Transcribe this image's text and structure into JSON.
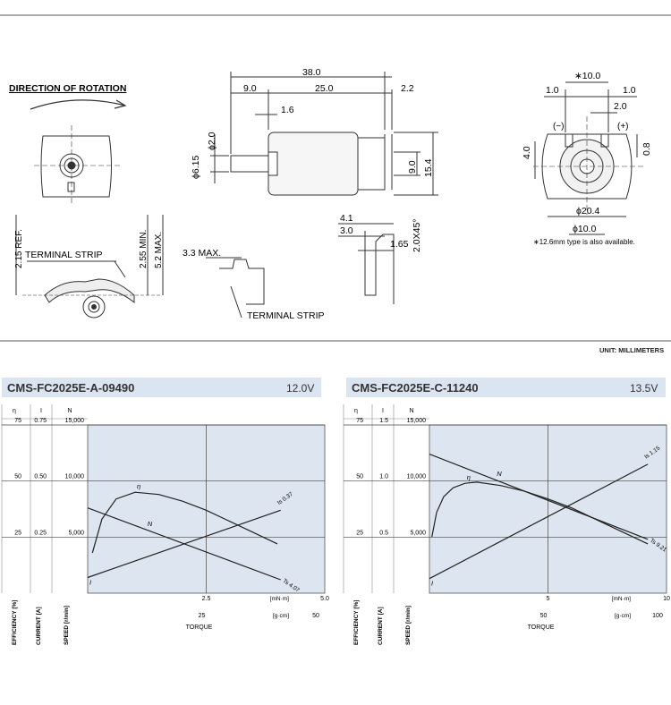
{
  "drawing": {
    "direction_label": "DIRECTION OF ROTATION",
    "terminal_strip_label": "TERMINAL STRIP",
    "terminal_strip_label_2": "TERMINAL STRIP",
    "dim_38": "38.0",
    "dim_9": "9.0",
    "dim_25": "25.0",
    "dim_2_2": "2.2",
    "dim_1_6": "1.6",
    "dim_phi2": "ϕ2.0",
    "dim_phi615": "ϕ6.15",
    "dim_9v": "9.0",
    "dim_154": "15.4",
    "dim_215ref": "2.15 REF.",
    "dim_255min": "2.55 MIN.",
    "dim_52max": "5.2 MAX.",
    "dim_33max": "3.3 MAX.",
    "dim_41": "4.1",
    "dim_30": "3.0",
    "dim_165": "1.65",
    "dim_20x45": "2.0X45°",
    "dim_star10": "∗10.0",
    "dim_1_0a": "1.0",
    "dim_1_0b": "1.0",
    "dim_2_0": "2.0",
    "minus": "(−)",
    "plus": "(+)",
    "dim_4_0": "4.0",
    "dim_0_8": "0.8",
    "dim_phi204": "ϕ20.4",
    "dim_phi10": "ϕ10.0",
    "note": "∗12.6mm type is also available.",
    "unit": "UNIT: MILLIMETERS"
  },
  "panels": [
    {
      "title": "CMS-FC2025E-A-09490",
      "voltage": "12.0V"
    },
    {
      "title": "CMS-FC2025E-C-11240",
      "voltage": "13.5V"
    }
  ],
  "colors": {
    "plot_bg": "#dde5f0",
    "header_bg": "#dbe4f1",
    "curve": "#222222"
  },
  "chart_data": [
    {
      "type": "line",
      "title": "CMS-FC2025E-A-09490",
      "subtitle": "12.0V",
      "xlabel": "TORQUE",
      "x_units": [
        "[mN·m]",
        "[g·cm]"
      ],
      "x_ticks_mNm": [
        "2.5",
        "5.0"
      ],
      "x_ticks_gcm": [
        "25",
        "50"
      ],
      "xlim_mNm": [
        0,
        5.0
      ],
      "axis_headers": [
        "η",
        "I",
        "N"
      ],
      "axis_labels": [
        "EFFICIENCY [%]",
        "CURRENT [A]",
        "SPEED [r/min]"
      ],
      "eff_ticks": [
        "75",
        "50",
        "25"
      ],
      "cur_ticks": [
        "0.75",
        "0.50",
        "0.25"
      ],
      "speed_ticks": [
        "15,000",
        "10,000",
        "5,000"
      ],
      "ylim_speed": [
        0,
        15000
      ],
      "ylim_eff": [
        0,
        75
      ],
      "ylim_current": [
        0,
        0.75
      ],
      "series": [
        {
          "name": "N",
          "key": "speed",
          "x": [
            0,
            4.07
          ],
          "y": [
            7600,
            1200
          ]
        },
        {
          "name": "I",
          "key": "current",
          "x": [
            0,
            4.07
          ],
          "y": [
            0.07,
            0.37
          ]
        },
        {
          "name": "η",
          "key": "efficiency",
          "x": [
            0.1,
            0.3,
            0.6,
            1.0,
            1.5,
            2.0,
            2.5,
            3.0,
            3.5,
            4.0
          ],
          "y": [
            18,
            33,
            42,
            45,
            44,
            41,
            37,
            32,
            27,
            22
          ]
        }
      ],
      "annotations": [
        "Is 0.37",
        "Ts 4.07"
      ],
      "grid": true
    },
    {
      "type": "line",
      "title": "CMS-FC2025E-C-11240",
      "subtitle": "13.5V",
      "xlabel": "TORQUE",
      "x_units": [
        "[mN·m]",
        "[g·cm]"
      ],
      "x_ticks_mNm": [
        "5",
        "10"
      ],
      "x_ticks_gcm": [
        "50",
        "100"
      ],
      "xlim_mNm": [
        0,
        10
      ],
      "axis_headers": [
        "η",
        "I",
        "N"
      ],
      "axis_labels": [
        "EFFICIENCY [%]",
        "CURRENT [A]",
        "SPEED [r/min]"
      ],
      "eff_ticks": [
        "75",
        "50",
        "25"
      ],
      "cur_ticks": [
        "1.5",
        "1.0",
        "0.5"
      ],
      "speed_ticks": [
        "15,000",
        "10,000",
        "5,000"
      ],
      "ylim_speed": [
        0,
        15000
      ],
      "ylim_eff": [
        0,
        75
      ],
      "ylim_current": [
        0,
        1.5
      ],
      "series": [
        {
          "name": "N",
          "key": "speed",
          "x": [
            0,
            9.21
          ],
          "y": [
            12400,
            4800
          ]
        },
        {
          "name": "I",
          "key": "current",
          "x": [
            0,
            9.21
          ],
          "y": [
            0.13,
            1.15
          ]
        },
        {
          "name": "η",
          "key": "efficiency",
          "x": [
            0.1,
            0.3,
            0.6,
            1.0,
            1.5,
            2.0,
            3.0,
            4.0,
            5.0,
            6.0,
            7.0,
            8.0,
            9.21
          ],
          "y": [
            25,
            36,
            43,
            47,
            49,
            49.5,
            48,
            45.5,
            42,
            38,
            33,
            28,
            22
          ]
        }
      ],
      "annotations": [
        "Is 1.15",
        "Ts 9.21"
      ],
      "grid": true
    }
  ]
}
